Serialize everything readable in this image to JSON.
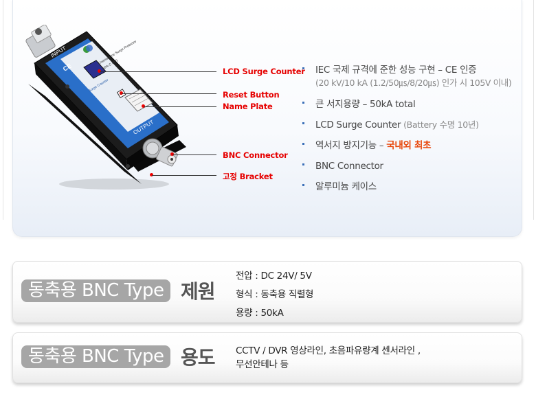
{
  "product": {
    "callouts": {
      "lcd_surge_counter": "LCD Surge Counter",
      "reset_button": "Reset Button",
      "name_plate": "Name Plate",
      "bnc_connector": "BNC Connector",
      "bracket": "고정 Bracket"
    },
    "device_labels": {
      "input": "INPUT",
      "output": "OUTPUT",
      "ce": "CE",
      "surge_counter": "Surge Counter",
      "plate_line1": "Coaxial Line Surge Protector",
      "plate_line2": "SPA-C 05D"
    }
  },
  "features": [
    {
      "main": "IEC 국제 규격에 준한 성능 구현 – CE 인증",
      "sub": "(20 kV/10 kA (1.2/50㎲/8/20㎲) 인가 시 105V 이내)"
    },
    {
      "main": "큰 서지용량 – 50kA total"
    },
    {
      "main": "LCD Surge Counter",
      "note": "(Battery 수명 10년)"
    },
    {
      "main": "역서지 방지기능 – ",
      "highlight": "국내외 최초"
    },
    {
      "main": "BNC Connector"
    },
    {
      "main": "알루미늄 케이스"
    }
  ],
  "spec_box": {
    "pill": "동축용 BNC Type",
    "title": "제원",
    "rows": [
      "전압 : DC 24V/ 5V",
      "형식 : 동축용 직렬형",
      "용량 : 50kA"
    ]
  },
  "usage_box": {
    "pill": "동축용 BNC Type",
    "title": "용도",
    "lines": [
      "CCTV / DVR 영상라인, 초음파유량계 센서라인 ,",
      "무선안테나 등"
    ]
  },
  "colors": {
    "callout": "#e60000",
    "highlight": "#e8460a",
    "bullet": "#3a6fb8",
    "pill": "#a6a6a6"
  }
}
